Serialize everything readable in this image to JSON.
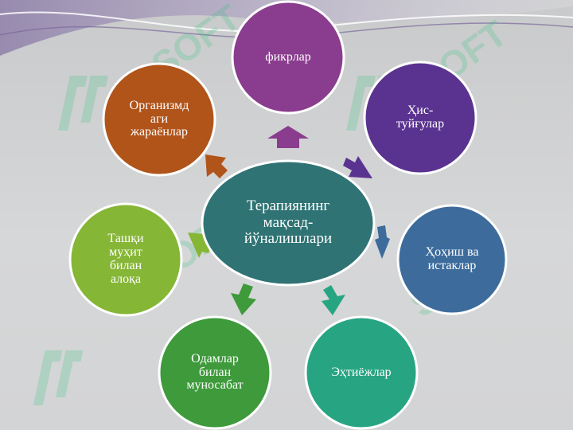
{
  "diagram": {
    "center": {
      "label": "Терапиянинг\nмақсад-\nйўналишлари",
      "color": "#2f7374"
    },
    "nodes": [
      {
        "id": "fikrlar",
        "label": "фикрлар",
        "color": "#8a3d8e"
      },
      {
        "id": "his-tuygular",
        "label": "Ҳис-\nтуйғулар",
        "color": "#5a3391"
      },
      {
        "id": "hohish-istaklar",
        "label": "Ҳоҳиш ва\nистаклар",
        "color": "#3d6c9c"
      },
      {
        "id": "ehtiyojlar",
        "label": "Эҳтиёжлар",
        "color": "#27a583"
      },
      {
        "id": "odamlar-munosabat",
        "label": "Одамлар\nбилан\nмуносабат",
        "color": "#3e9a3b"
      },
      {
        "id": "tashqi-muhit",
        "label": "Ташқи\nмуҳит\nбилан\nалоқа",
        "color": "#86b636"
      },
      {
        "id": "organizm-jarayonlar",
        "label": "Организмд\nаги\nжараёнлар",
        "color": "#b0541a"
      }
    ]
  },
  "watermark": {
    "text": "SOFT",
    "color": "#29c27a"
  }
}
